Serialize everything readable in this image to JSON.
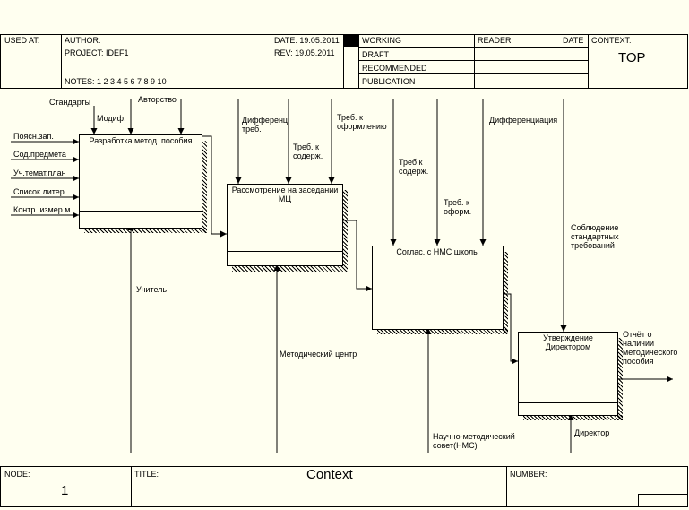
{
  "header": {
    "used_at": "USED AT:",
    "author": "AUTHOR:",
    "project": "PROJECT:  IDEF1",
    "notes": "NOTES:  1  2  3  4  5  6  7  8  9  10",
    "date": "DATE: 19.05.2011",
    "rev": "REV:  19.05.2011",
    "status": [
      "WORKING",
      "DRAFT",
      "RECOMMENDED",
      "PUBLICATION"
    ],
    "reader": "READER",
    "reader_date": "DATE",
    "context": "CONTEXT:",
    "context_value": "TOP"
  },
  "footer": {
    "node": "NODE:",
    "node_value": "1",
    "title": "TITLE:",
    "title_value": "Context",
    "number": "NUMBER:"
  },
  "boxes": {
    "b1": "Разработка метод. пособия",
    "b2": "Рассмотрение на заседании МЦ",
    "b3": "Соглас. с НМС школы",
    "b4": "Утверждение Директором"
  },
  "arrows": {
    "standarty": "Стандарты",
    "modif": "Модиф.",
    "avtorstvo": "Авторство",
    "poyasn": "Поясн.зап.",
    "sod_predmeta": "Сод.предмета",
    "uch_temat": "Уч.темат.план",
    "spisok": "Список литер.",
    "kontr": "Контр. измер.м",
    "uchitel": "Учитель",
    "differenc_treb": "Дифференц. треб.",
    "treb_k_soderzh_1": "Треб. к содерж.",
    "treb_k_oformleniyu": "Треб. к оформлению",
    "metod_centr": "Методический центр",
    "treb_k_soderzh_2": "Треб к содерж.",
    "treb_k_oform": "Треб. к оформ.",
    "differenciaciya": "Дифференциация",
    "soblyudenie": "Соблюдение стандартных требований",
    "nms": "Научно-методический совет(НМС)",
    "otchet": "Отчёт о наличии методического пособия",
    "direktor": "Директор"
  }
}
